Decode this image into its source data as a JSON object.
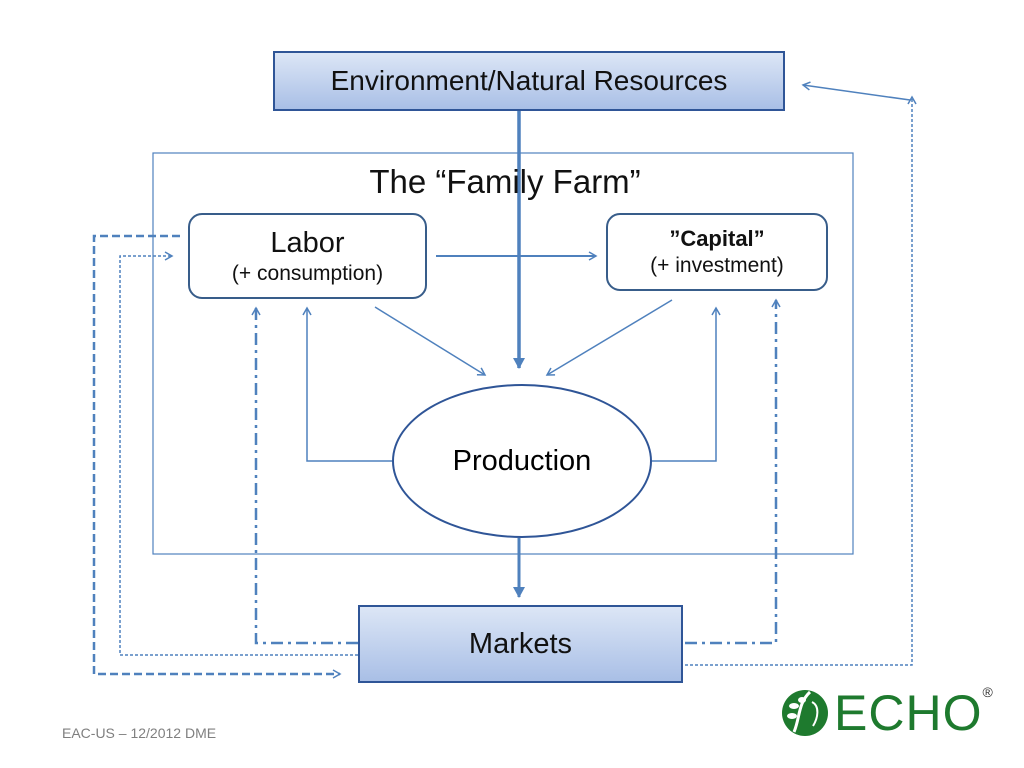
{
  "nodes": {
    "environment": "Environment/Natural Resources",
    "farm_title": "The “Family Farm”",
    "labor": {
      "title": "Labor",
      "subtitle": "(+ consumption)"
    },
    "capital": {
      "title": "”Capital”",
      "subtitle": "(+ investment)"
    },
    "production": "Production",
    "markets": "Markets"
  },
  "footer": "EAC-US – 12/2012 DME",
  "logo": {
    "text": "ECHO",
    "mark": "®"
  },
  "colors": {
    "line": "#4f81bd",
    "border": "#2f5597",
    "logo": "#1e7a2e"
  }
}
